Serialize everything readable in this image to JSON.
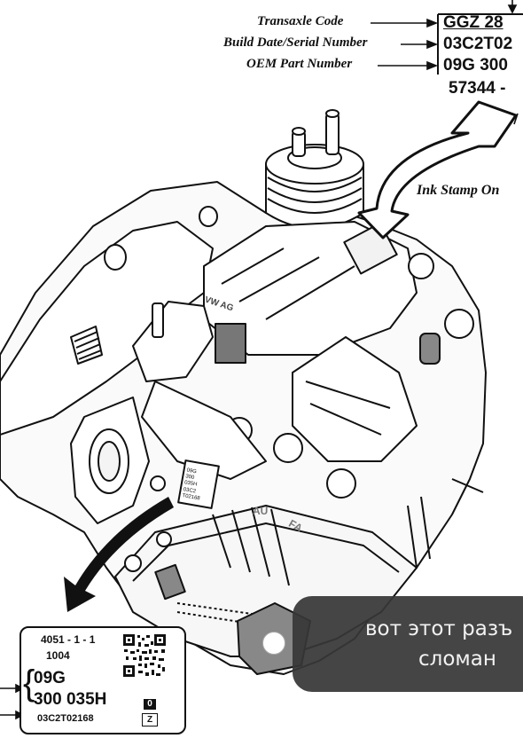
{
  "callouts": {
    "transaxle_code_label": "Transaxle Code",
    "transaxle_code_value": "GGZ  28",
    "build_date_label": "Build Date/Serial Number",
    "build_date_value": "03C2T02",
    "oem_part_label": "OEM Part Number",
    "oem_part_value": "09G 300",
    "extra_value": "57344 -",
    "ink_stamp": "Ink Stamp On"
  },
  "label": {
    "line1": "4051 - 1 - 1",
    "line2": "1004",
    "part_a": "09G",
    "part_b": "300  035H",
    "box1": "0",
    "serial": "03C2T02168",
    "box2": "Z"
  },
  "stamp_plate": {
    "lines": [
      "09G",
      "300",
      "035H",
      "03C2",
      "T02168"
    ]
  },
  "housing_marks": {
    "au": "AU",
    "fa": "FA",
    "vw": "VW AG"
  },
  "chat_overlay": {
    "line1": "вот этот разъ",
    "line2": "сломан"
  }
}
